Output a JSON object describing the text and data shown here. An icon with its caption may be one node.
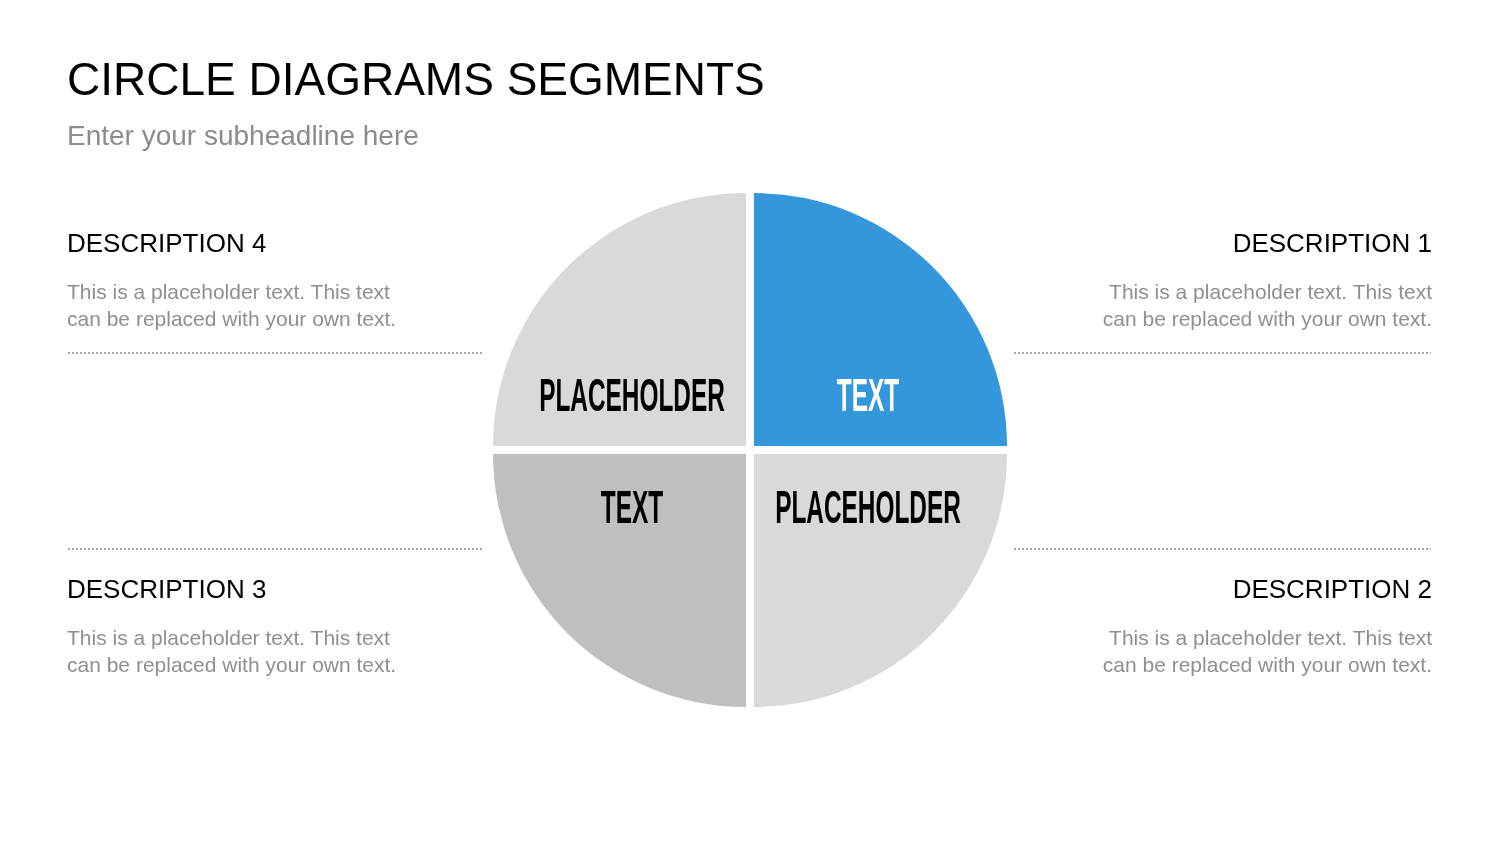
{
  "diagram": {
    "title": "CIRCLE DIAGRAMS SEGMENTS",
    "nodes": [
      {
        "text": [
          "PLACEHOLDER"
        ]
      },
      {
        "text": [
          "TEXT"
        ]
      },
      {
        "text": [
          "TEXT"
        ]
      },
      {
        "text": [
          "PLACEHOLDER"
        ]
      }
    ],
    "labels": [
      "Enter your subheadline here",
      "DESCRIPTION 4",
      "This is a placeholder text. This text can be replaced with your own text.",
      "DESCRIPTION 1",
      "This is a placeholder text. This text can be replaced with your own text.",
      "DESCRIPTION 3",
      "This is a placeholder text. This text can be replaced with your own text.",
      "DESCRIPTION 2",
      "This is a placeholder text. This text can be replaced with your own text."
    ]
  }
}
